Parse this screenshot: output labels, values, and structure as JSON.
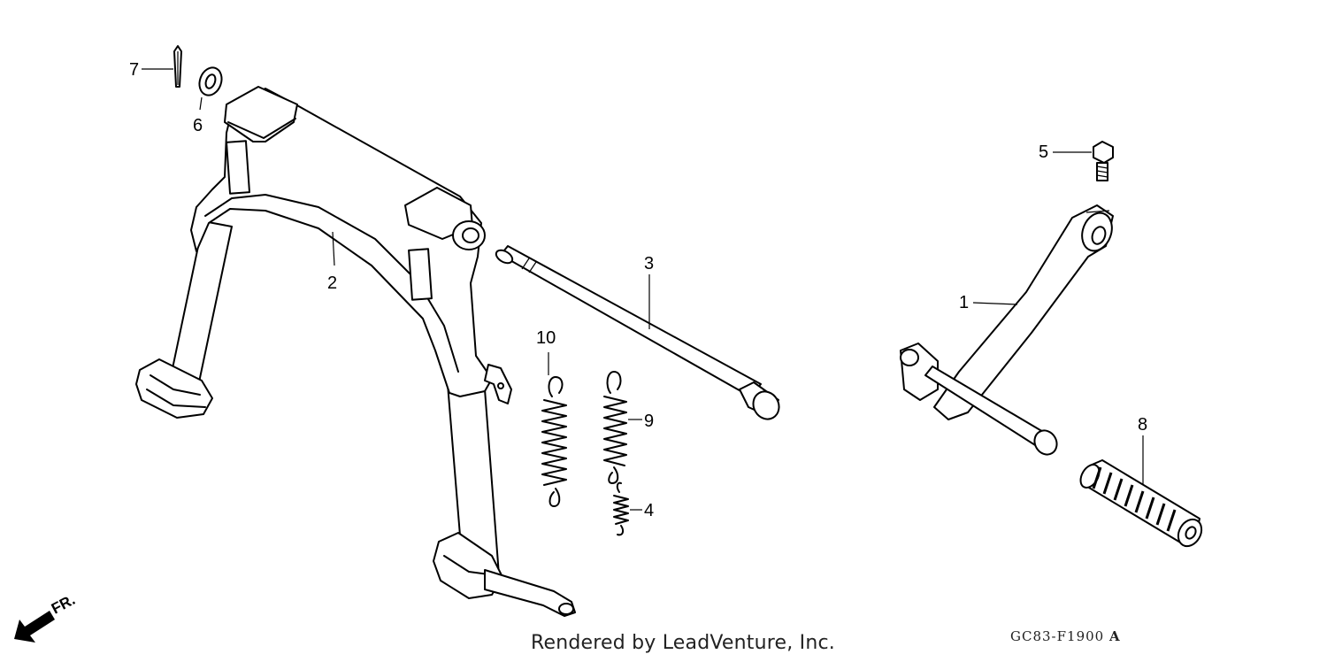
{
  "callouts": [
    {
      "id": "7",
      "text": "7"
    },
    {
      "id": "6",
      "text": "6"
    },
    {
      "id": "2",
      "text": "2"
    },
    {
      "id": "3",
      "text": "3"
    },
    {
      "id": "10",
      "text": "10"
    },
    {
      "id": "9",
      "text": "9"
    },
    {
      "id": "4",
      "text": "4"
    },
    {
      "id": "5",
      "text": "5"
    },
    {
      "id": "1",
      "text": "1"
    },
    {
      "id": "8",
      "text": "8"
    }
  ],
  "direction_label": "FR.",
  "credit": "Rendered by LeadVenture, Inc.",
  "diagram_code": "GC83-F1900",
  "diagram_code_suffix": "A"
}
